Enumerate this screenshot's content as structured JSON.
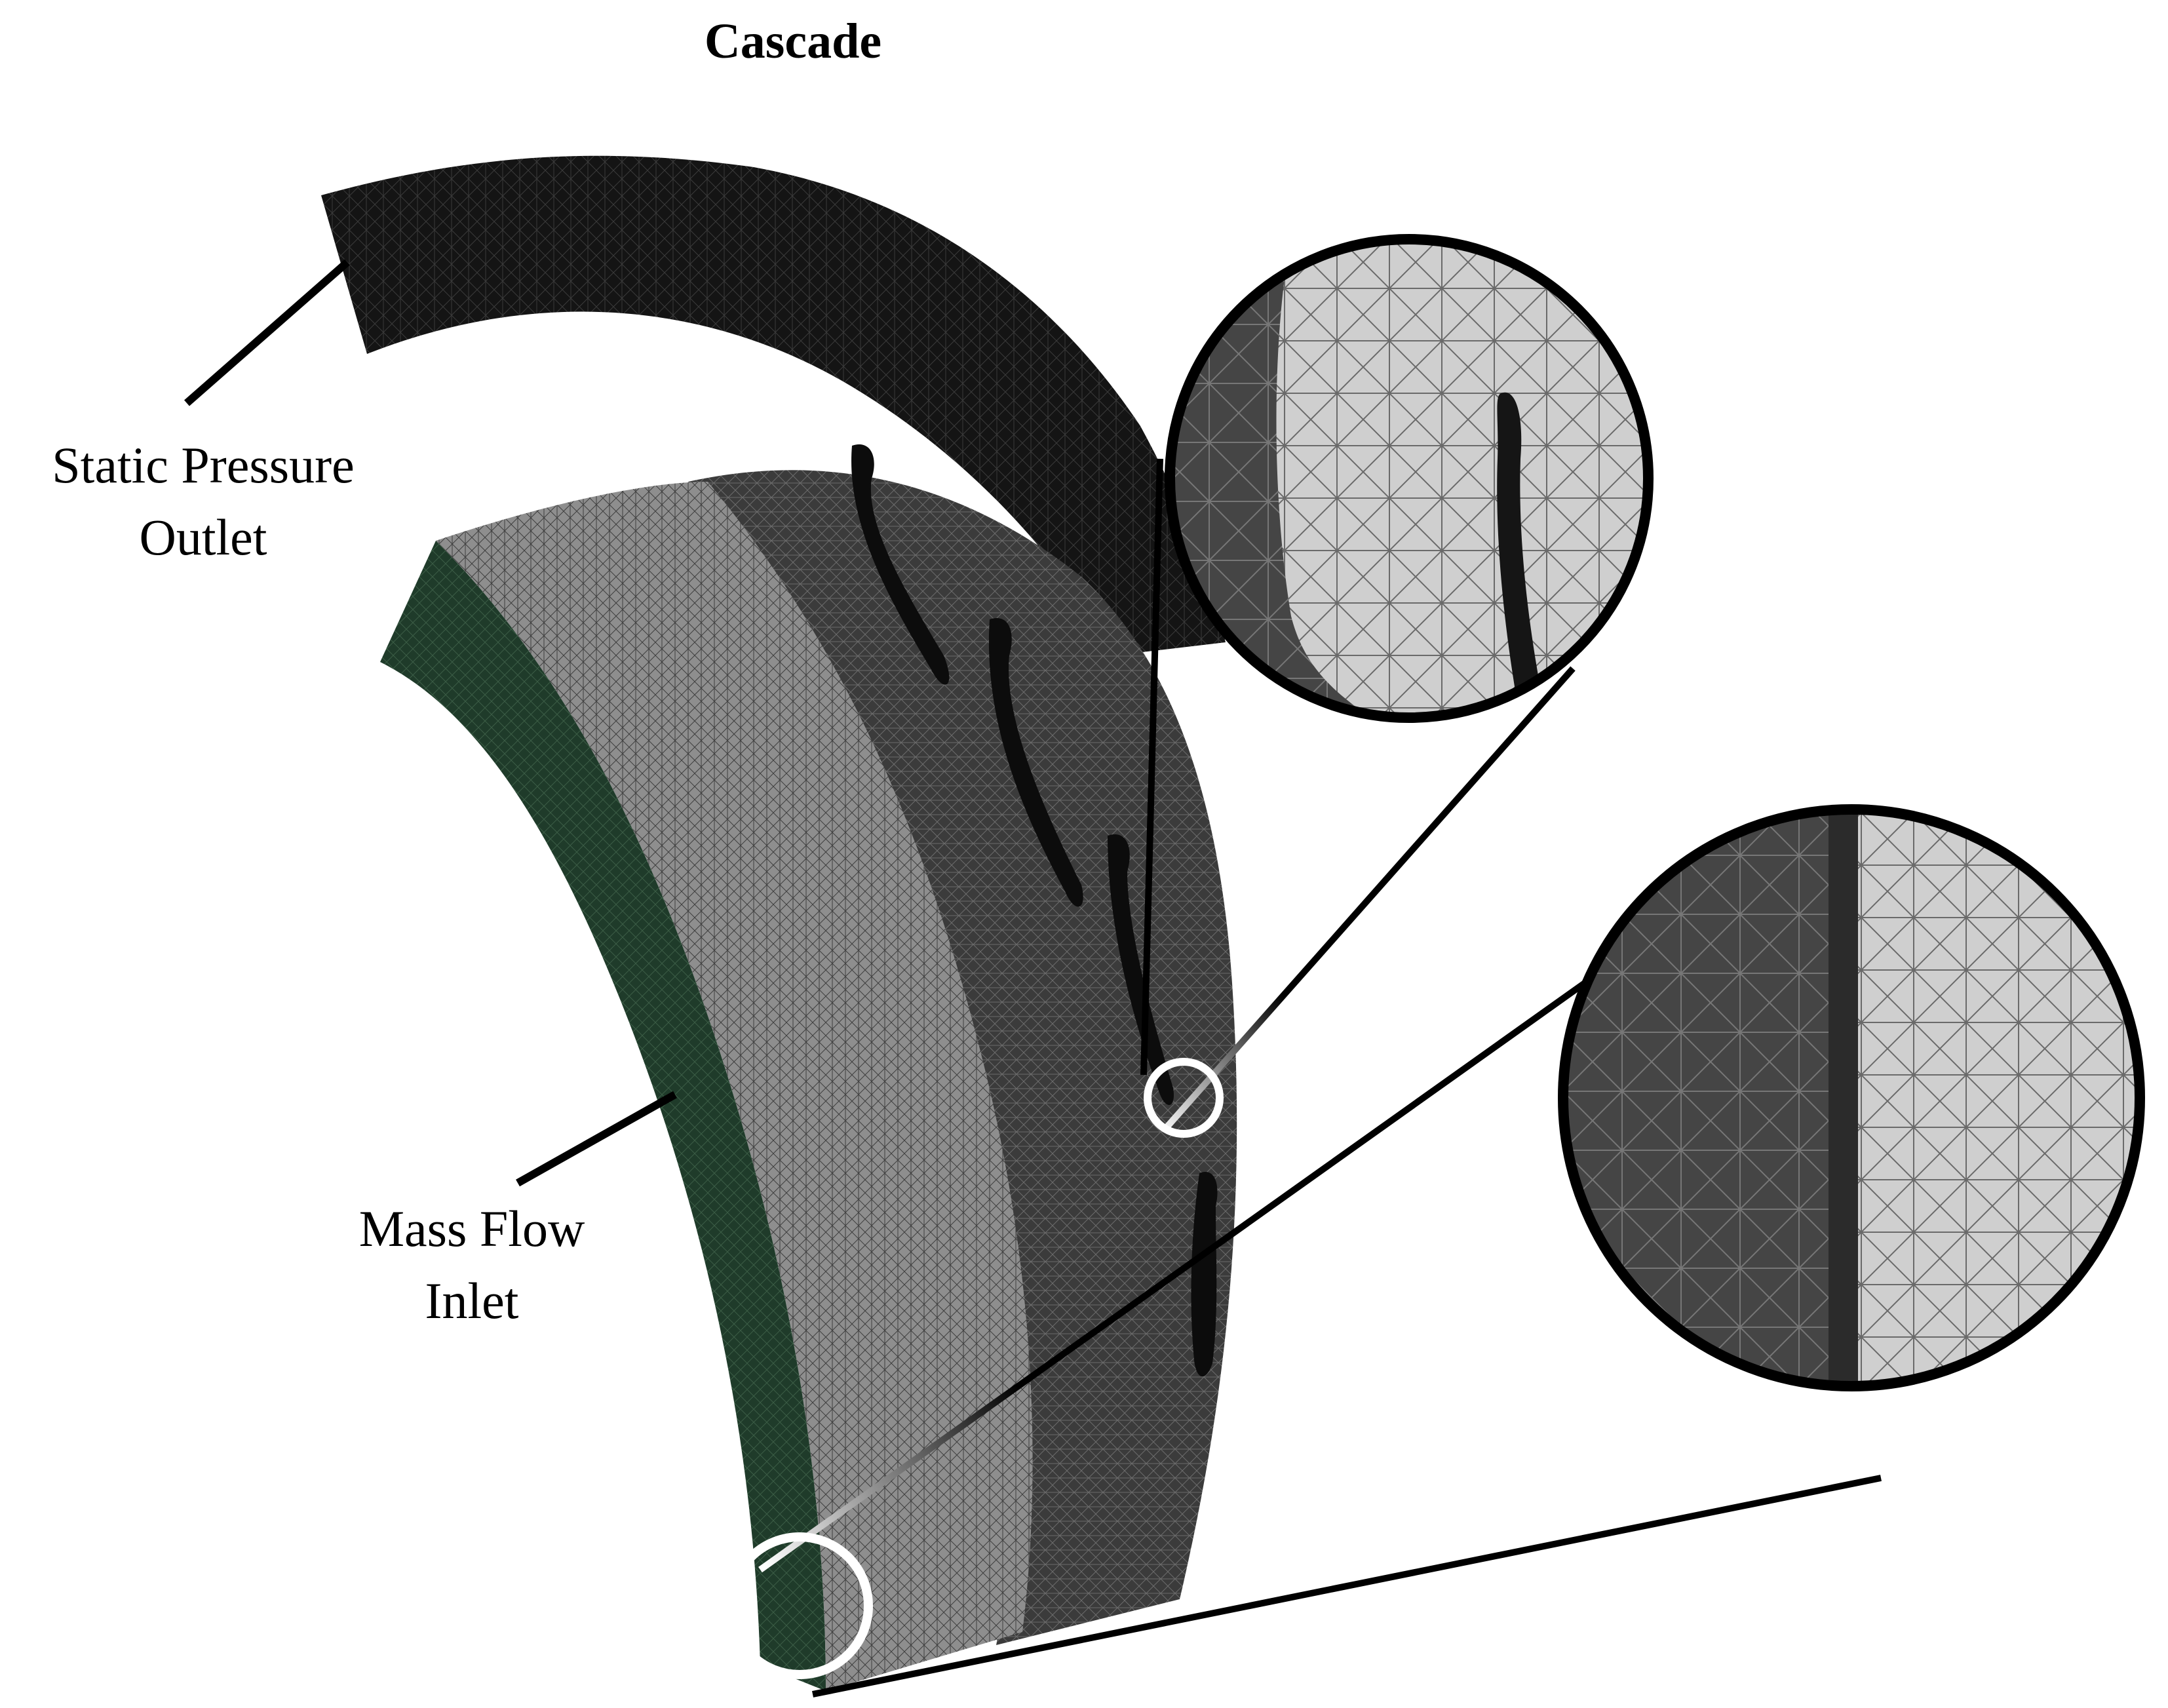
{
  "title": "Cascade",
  "labels": {
    "outlet": [
      "Static Pressure",
      "Outlet"
    ],
    "inlet": [
      "Mass Flow",
      "Inlet"
    ]
  },
  "colors": {
    "outlet_surface": "#111111",
    "blade_side": "#3a3a3a",
    "front_face": "#8a8a8a",
    "inlet_face": "#1f3b2a",
    "zoom_dark": "#454545",
    "zoom_light": "#cfcfcf",
    "outline": "#000000"
  }
}
